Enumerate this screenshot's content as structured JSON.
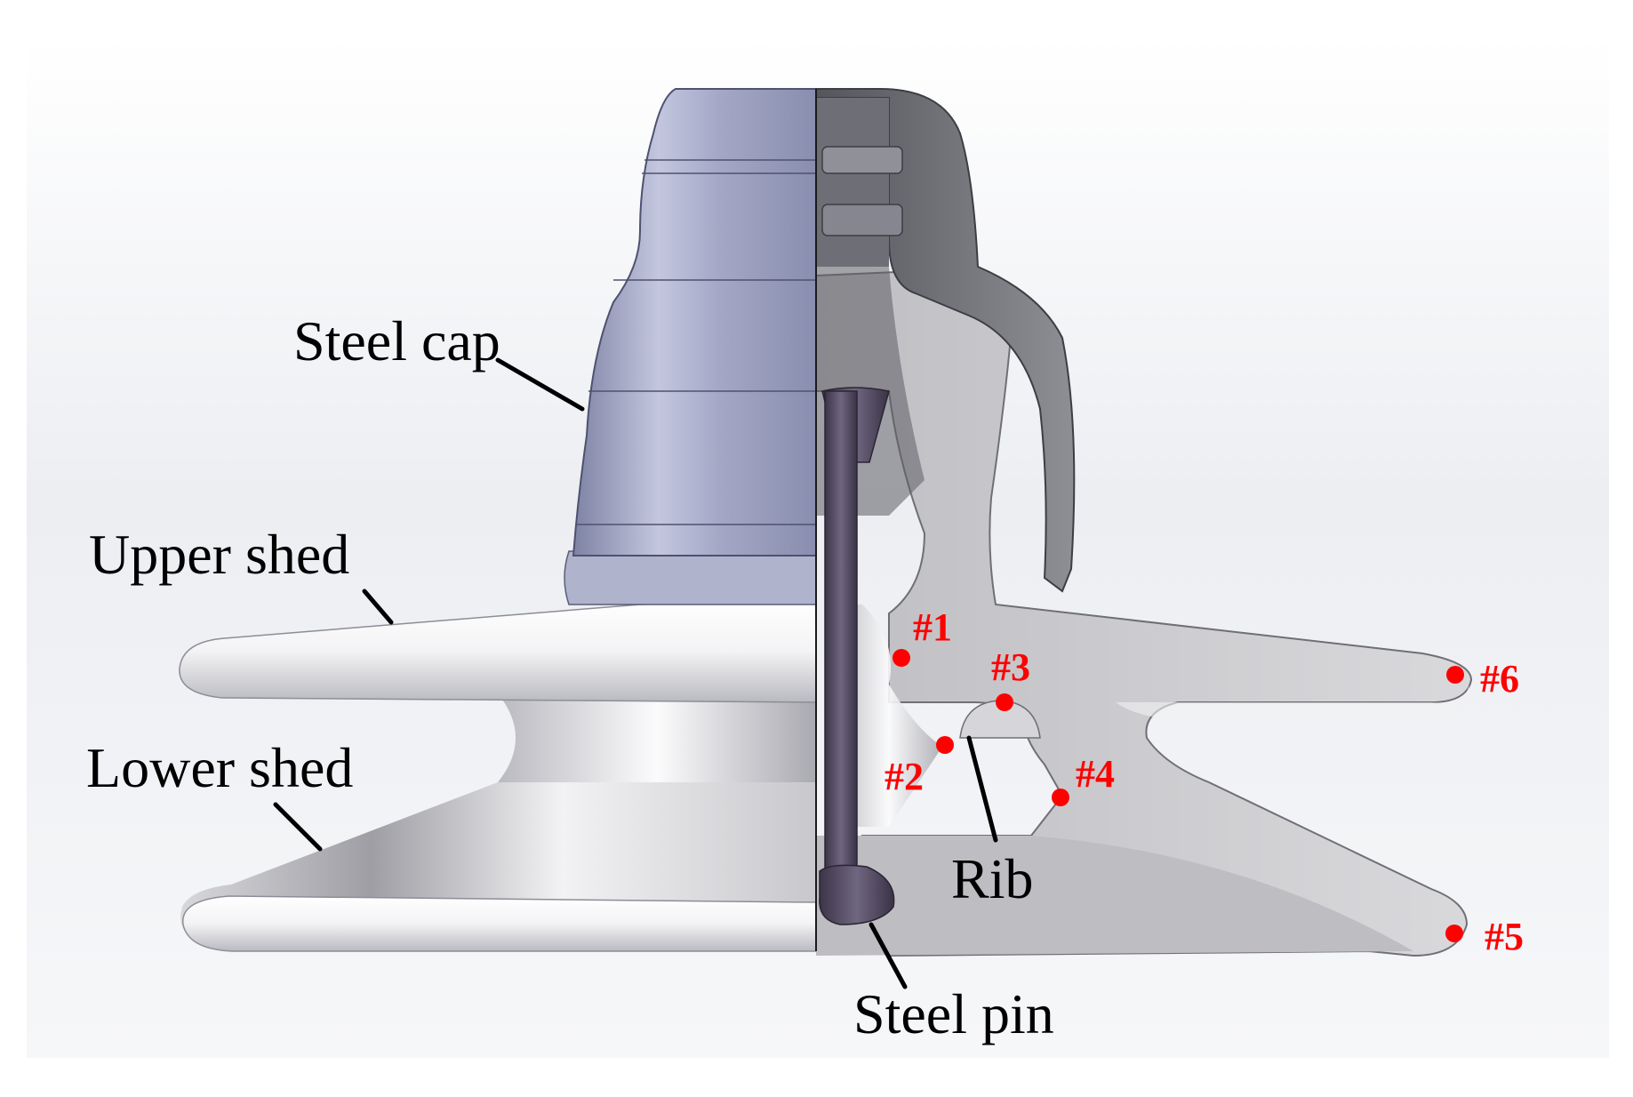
{
  "labels": {
    "steel_cap": "Steel cap",
    "upper_shed": "Upper shed",
    "lower_shed": "Lower shed",
    "rib": "Rib",
    "steel_pin": "Steel pin"
  },
  "points": [
    {
      "id": "#1"
    },
    {
      "id": "#2"
    },
    {
      "id": "#3"
    },
    {
      "id": "#4"
    },
    {
      "id": "#5"
    },
    {
      "id": "#6"
    }
  ],
  "colors": {
    "marker": "#ff0000",
    "label_text": "#000000",
    "cap_metal": "#9a9fbf",
    "porcelain": "#e9e9eb",
    "section": "#cfcfd2",
    "pin": "#4a4158"
  }
}
